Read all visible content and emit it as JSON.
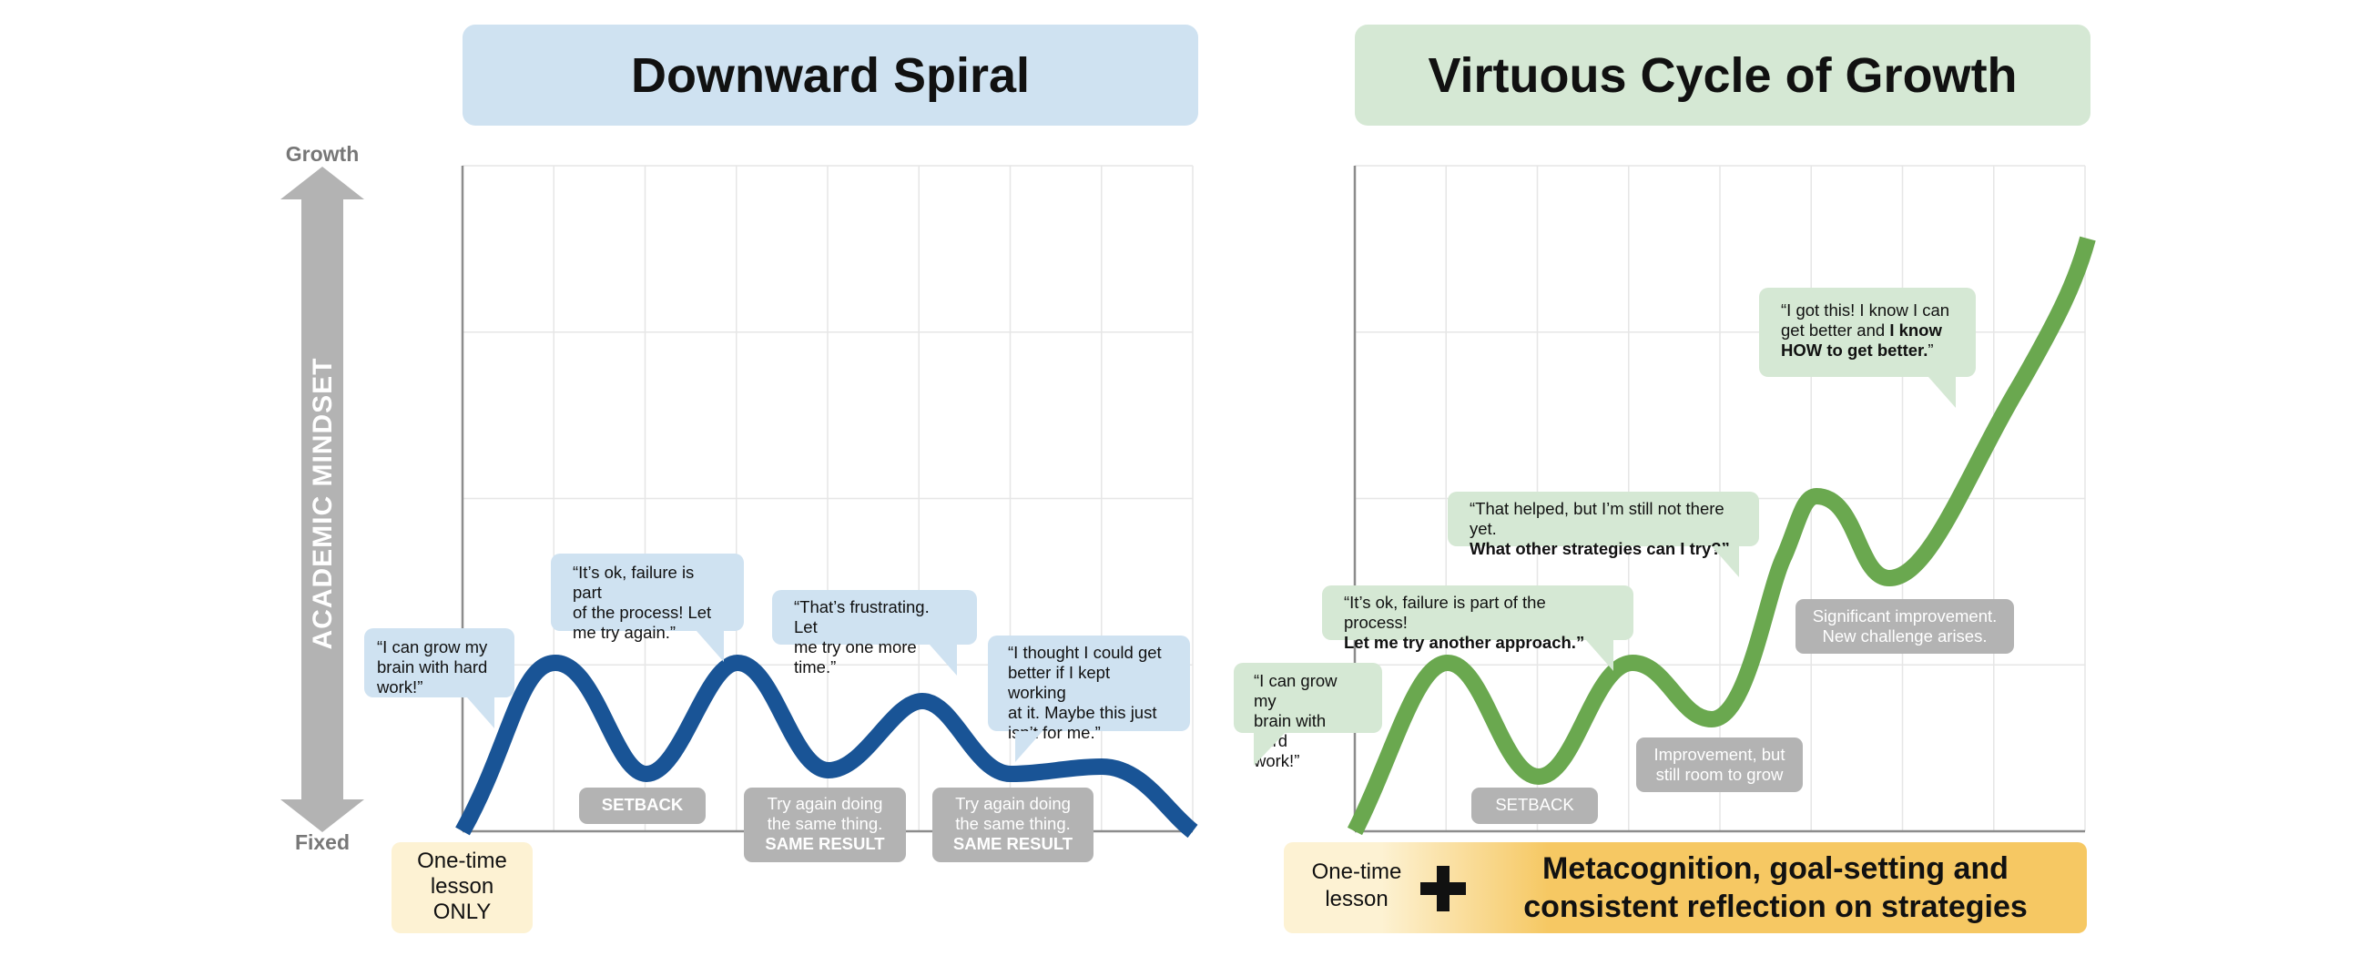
{
  "panels": {
    "left_title": "Downward Spiral",
    "right_title": "Virtuous Cycle of Growth"
  },
  "axis": {
    "top_label": "Growth",
    "bottom_label": "Fixed",
    "title": "ACADEMIC MINDSET"
  },
  "left": {
    "bubbles": [
      {
        "lines": [
          "“I can grow my",
          "brain with hard",
          "work!”"
        ]
      },
      {
        "lines": [
          "“It’s ok, failure is part",
          "of the process!  Let",
          "me try again.”"
        ]
      },
      {
        "lines": [
          "“That’s frustrating. Let",
          "me try one more time.”"
        ]
      },
      {
        "lines": [
          "“I thought I could get",
          "better if I kept working",
          "at it.  Maybe this just",
          "isn’t for me.”"
        ]
      }
    ],
    "boxes": [
      {
        "line1": "SETBACK",
        "line2": "",
        "bold": ""
      },
      {
        "line1": "Try again doing",
        "line2": "the same thing.",
        "bold": "SAME RESULT"
      },
      {
        "line1": "Try again doing",
        "line2": "the same thing.",
        "bold": "SAME RESULT"
      }
    ],
    "lesson": [
      "One-time",
      "lesson",
      "ONLY"
    ]
  },
  "right": {
    "bubbles": [
      {
        "plain": [
          "“I can grow my",
          "brain with hard",
          "work!”"
        ],
        "bold": []
      },
      {
        "plain": [
          "“It’s ok, failure is part of the process!"
        ],
        "bold": [
          "Let me try another approach.”"
        ]
      },
      {
        "plain": [
          "“That helped, but I’m still not there yet."
        ],
        "bold": [
          "What other strategies can I try?”"
        ]
      }
    ],
    "top_bubble": {
      "line1": "“I got this! I know I can",
      "line2_plain": "get better and ",
      "line2_bold": "I know",
      "line3_bold": "HOW to get better.",
      "line3_end": "”"
    },
    "boxes": [
      {
        "line1": "SETBACK",
        "line2": ""
      },
      {
        "line1": "Improvement, but",
        "line2": "still room to grow"
      },
      {
        "line1": "Significant improvement.",
        "line2": "New challenge arises."
      }
    ],
    "lesson": [
      "One-time",
      "lesson"
    ],
    "banner": [
      "Metacognition, goal-setting and",
      "consistent reflection on strategies"
    ]
  },
  "colors": {
    "blue_curve": "#195496",
    "green_curve": "#6aa84f",
    "blue_fill": "#cfe2f1",
    "green_fill": "#d5e8d4",
    "grey_box": "#b3b3b3",
    "axis_arrow": "#b3b3b3",
    "banner_gold": "#f6c863",
    "banner_cream": "#fdf2d3"
  }
}
